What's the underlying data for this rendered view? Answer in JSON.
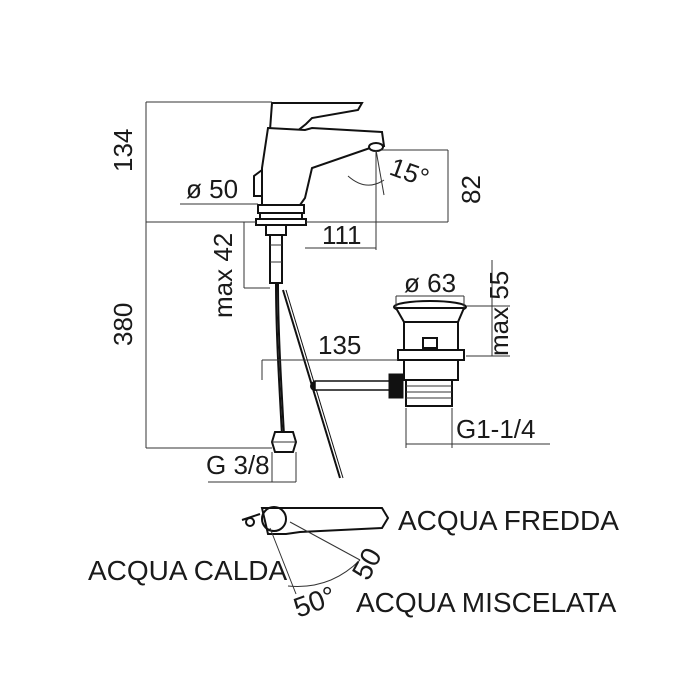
{
  "dimensions": {
    "total_height": "134",
    "base_diameter": "ø 50",
    "spout_angle": "15°",
    "spout_height": "82",
    "spout_reach": "111",
    "max_thickness": "max 42",
    "under_height": "380",
    "drain_offset": "135",
    "drain_diameter": "ø 63",
    "drain_max": "max 55",
    "drain_thread": "G1-1/4",
    "supply_thread": "G 3/8"
  },
  "handle_diagram": {
    "cold": "ACQUA FREDDA",
    "hot": "ACQUA CALDA",
    "mixed": "ACQUA MISCELATA",
    "angle_left": "50°",
    "angle_right": "50"
  }
}
